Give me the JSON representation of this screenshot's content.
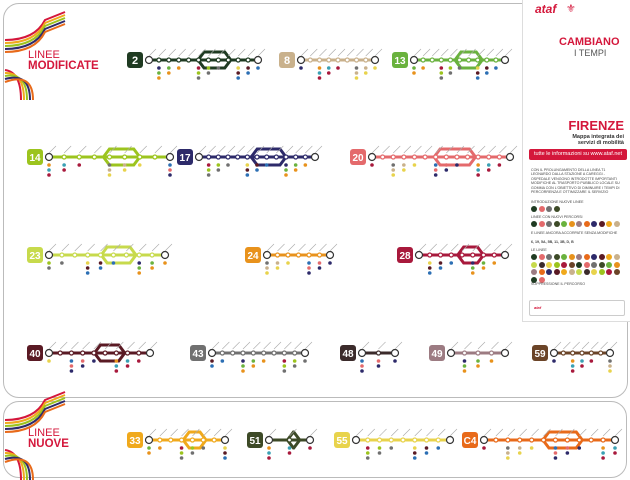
{
  "sections": {
    "modified": {
      "title1": "LINEE",
      "title2": "MODIFICATE"
    },
    "new": {
      "title1": "LINEE",
      "title2": "NUOVE"
    }
  },
  "panel": {
    "brand": "ataf",
    "campaign1": "CAMBIANO",
    "campaign2": "I TEMPI",
    "city": "FIRENZE",
    "subtitle": "Mappa integrata dei servizi di mobilità",
    "info": "tutte le informazioni su www.ataf.net",
    "paragraph": "CON IL PROLUNGAMENTO DELLA LINEA T1 LEONARDO DALLA STAZIONE A CAREGGI - OSPEDALE VENGONO INTRODOTTE IMPORTANTI MODIFICHE AL TRASPORTO PUBBLICO LOCALE SU GOMMA CON L'OBIETTIVO DI DIMINUIRE I TEMPI DI PERCORRENZA E OTTIMIZZARE IL SERVIZIO",
    "h_new": "INTRODUZIONE NUOVE LINEE",
    "h_changed": "LINEE CON NUOVI PERCORSI",
    "h_other": "E LINEE ANCORA ACCORPATE SENZA MODIFICHE",
    "other_list": "6, 19, 5A, 5B, 11, 3B, D, B",
    "h_lines": "LE LINEE",
    "h_removed": "SOPPRESSIONE IL PERCORSO",
    "footer": "ataf"
  },
  "lines": [
    {
      "id": "2",
      "color": "#1f3b22",
      "stops": 12,
      "branch": true
    },
    {
      "id": "8",
      "color": "#c9b18c",
      "stops": 9,
      "branch": false
    },
    {
      "id": "13",
      "color": "#6ab23e",
      "stops": 11,
      "branch": true
    },
    {
      "id": "14",
      "color": "#9cc41e",
      "stops": 9,
      "branch": true
    },
    {
      "id": "17",
      "color": "#2d2a6a",
      "stops": 13,
      "branch": true
    },
    {
      "id": "20",
      "color": "#e46a6c",
      "stops": 14,
      "branch": true
    },
    {
      "id": "23",
      "color": "#c7da4c",
      "stops": 10,
      "branch": true
    },
    {
      "id": "24",
      "color": "#e8921c",
      "stops": 7,
      "branch": false
    },
    {
      "id": "28",
      "color": "#a8193c",
      "stops": 9,
      "branch": true
    },
    {
      "id": "40",
      "color": "#5a1a24",
      "stops": 10,
      "branch": true
    },
    {
      "id": "43",
      "color": "#707070",
      "stops": 10,
      "branch": false
    },
    {
      "id": "48",
      "color": "#3b2b2b",
      "stops": 3,
      "branch": false
    },
    {
      "id": "49",
      "color": "#9c7b82",
      "stops": 5,
      "branch": false
    },
    {
      "id": "59",
      "color": "#6b4428",
      "stops": 7,
      "branch": false
    },
    {
      "id": "33",
      "color": "#f0a91c",
      "stops": 8,
      "branch": true
    },
    {
      "id": "51",
      "color": "#3d4a27",
      "stops": 3,
      "branch": true
    },
    {
      "id": "55",
      "color": "#e8d34c",
      "stops": 9,
      "branch": false
    },
    {
      "id": "C4",
      "color": "#e86a1a",
      "stops": 12,
      "branch": true
    }
  ],
  "stop_colors": [
    "#e46a6c",
    "#2d2a6a",
    "#6ab23e",
    "#e8921c",
    "#3aa0b4",
    "#a8193c",
    "#9cc41e",
    "#707070",
    "#c9b18c",
    "#e8d34c",
    "#5a1a24",
    "#2c6fb4"
  ]
}
